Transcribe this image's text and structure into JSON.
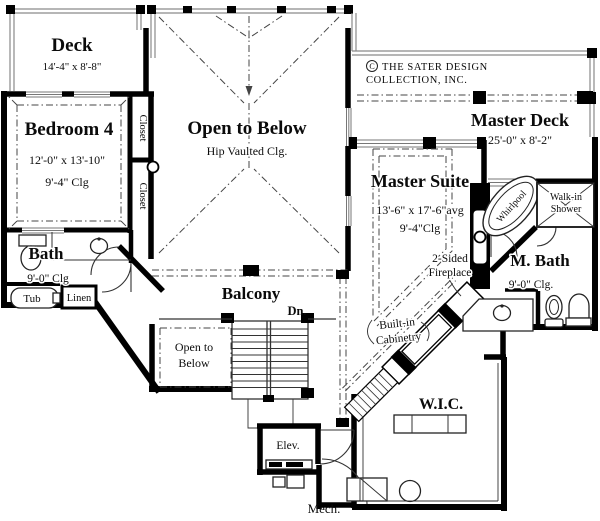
{
  "plan": {
    "rooms": {
      "deck": {
        "label": "Deck",
        "dims": "14'-4\" x 8'-8\""
      },
      "bedroom4": {
        "label": "Bedroom 4",
        "dims": "12'-0\" x 13'-10\"",
        "ceiling": "9'-4\" Clg"
      },
      "closet_upper": {
        "label": "Closet"
      },
      "closet_lower": {
        "label": "Closet"
      },
      "open_to_below": {
        "label": "Open to Below",
        "ceiling": "Hip Vaulted Clg."
      },
      "master_deck": {
        "label": "Master Deck",
        "dims": "25'-0\" x 8'-2\""
      },
      "master_suite": {
        "label": "Master Suite",
        "dims": "13'-6\" x 17'-6\"avg",
        "ceiling": "9'-4\"Clg"
      },
      "master_bath": {
        "label": "M. Bath",
        "ceiling": "9'-0\" Clg."
      },
      "walk_in_shower": {
        "line1": "Walk-in",
        "line2": "Shower"
      },
      "whirlpool": {
        "label": "Whirlpool"
      },
      "bath": {
        "label": "Bath",
        "ceiling": "9'-0\" Clg"
      },
      "tub": {
        "label": "Tub"
      },
      "linen": {
        "label": "Linen"
      },
      "balcony": {
        "label": "Balcony"
      },
      "stairs": {
        "down_label": "Dn."
      },
      "open_to_below_small": {
        "line1": "Open to",
        "line2": "Below"
      },
      "fireplace": {
        "line1": "2-Sided",
        "line2": "Fireplace"
      },
      "built_in": {
        "line1": "Built-in",
        "line2": "Cabinetry"
      },
      "wic": {
        "label": "W.I.C."
      },
      "elevator": {
        "label": "Elev."
      },
      "mech": {
        "label": "Mech."
      }
    },
    "copyright": {
      "symbol": "C",
      "line1": "THE SATER DESIGN",
      "line2": "COLLECTION, INC."
    },
    "colors": {
      "wall": "#000000",
      "line": "#333333",
      "railing": "#8a8a8a",
      "background": "#ffffff"
    }
  }
}
